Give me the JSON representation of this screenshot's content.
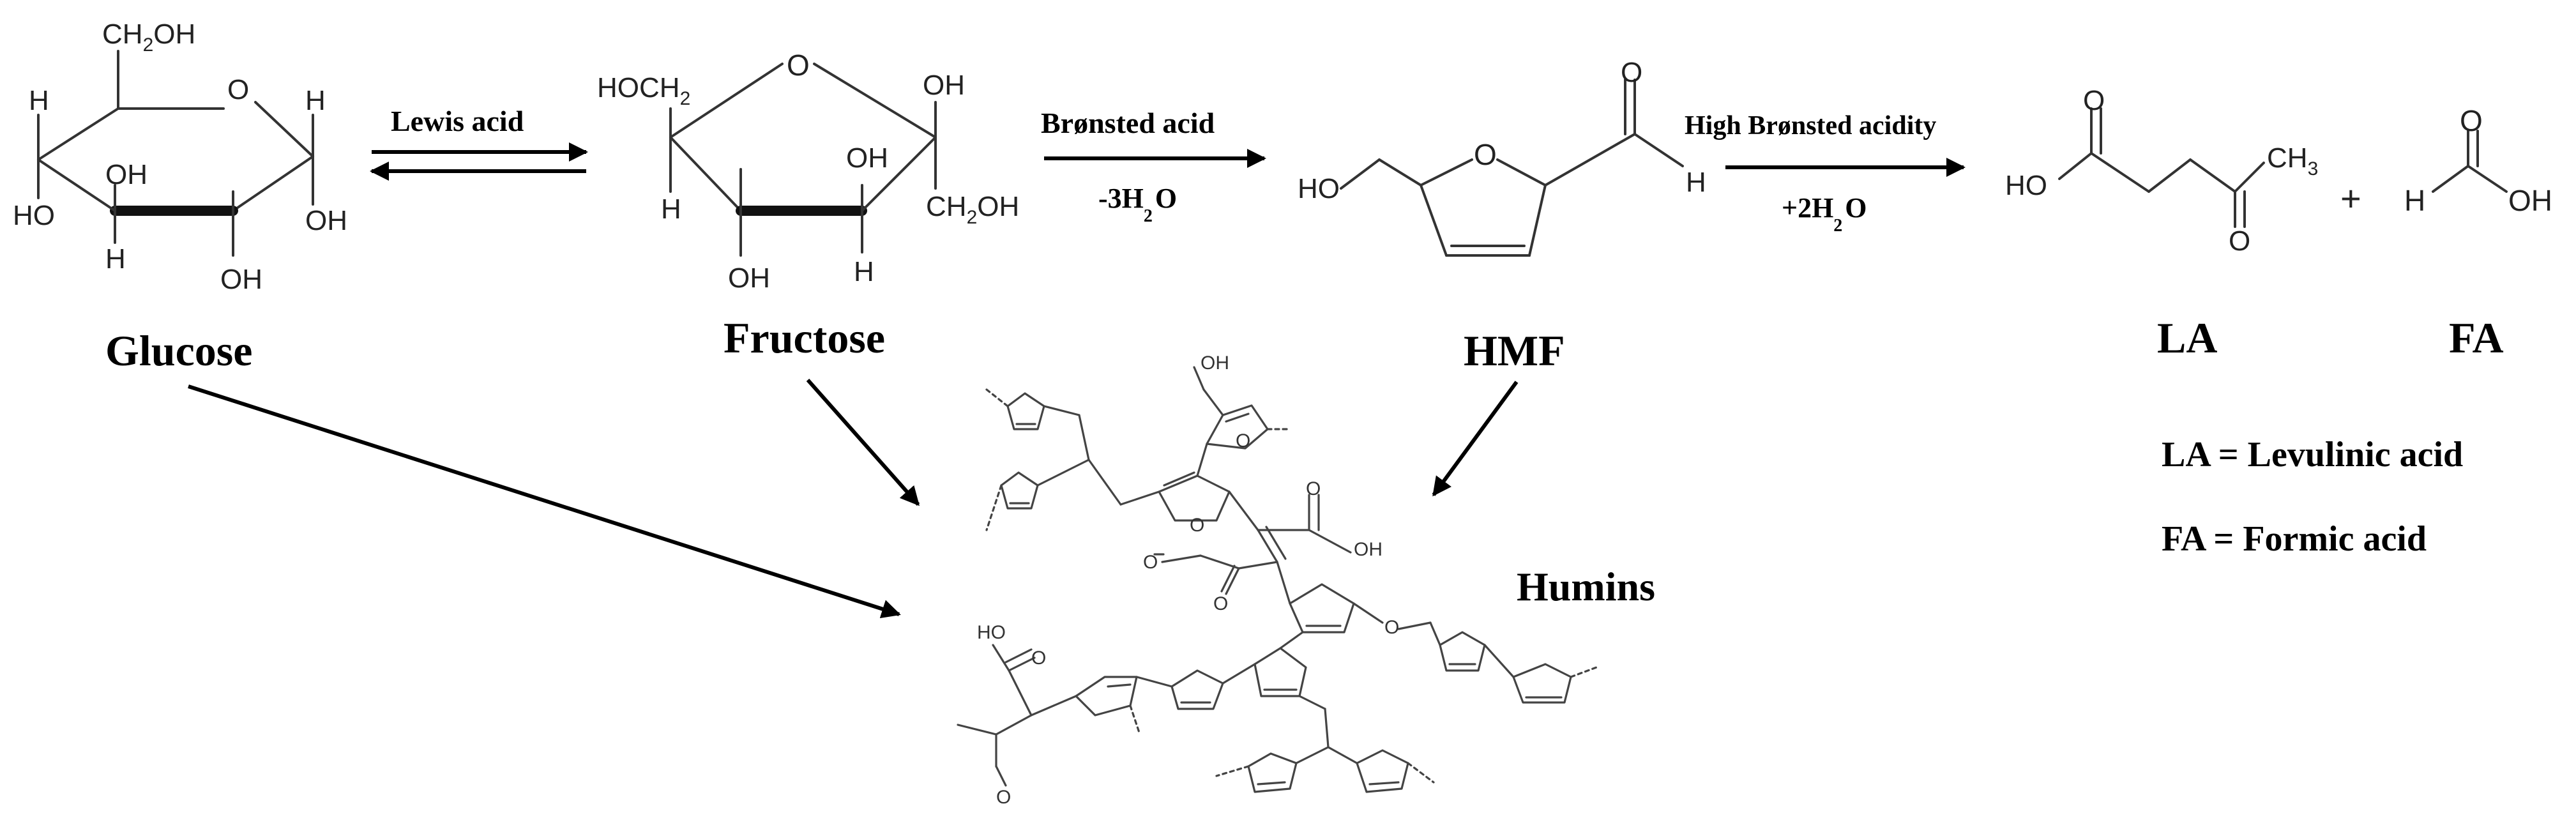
{
  "compounds": {
    "glucose": "Glucose",
    "fructose": "Fructose",
    "hmf": "HMF",
    "la": "LA",
    "fa": "FA",
    "humins": "Humins"
  },
  "reactions": {
    "step1_catalyst": "Lewis acid",
    "step2_catalyst": "Brønsted acid",
    "step2_condition": {
      "pre": "-3H",
      "sub": "2",
      "post": "O"
    },
    "step3_catalyst": "High Brønsted acidity",
    "step3_condition": {
      "pre": "+2H",
      "sub": "2",
      "post": "O"
    },
    "plus": "+"
  },
  "legend": {
    "la": "LA = Levulinic acid",
    "fa": "FA = Formic acid"
  },
  "atoms": {
    "glucose": {
      "ch2oh": [
        "CH",
        "2",
        "OH"
      ],
      "o": "O",
      "h": "H",
      "oh": "OH",
      "ho": "HO"
    },
    "fructose": {
      "hoch2": [
        "HOCH",
        "2"
      ],
      "o": "O",
      "oh": "OH",
      "h": "H",
      "ch2oh": [
        "CH",
        "2",
        "OH"
      ]
    },
    "hmf": {
      "ho": "HO",
      "o": "O",
      "h": "H"
    },
    "la": {
      "ho": "HO",
      "o": "O",
      "ch3": [
        "CH",
        "3"
      ]
    },
    "fa": {
      "h": "H",
      "o": "O",
      "oh": "OH"
    },
    "humins": {
      "oh": "OH",
      "o": "O",
      "ho": "HO"
    }
  },
  "colors": {
    "ink": "#000000",
    "bond": "#333333",
    "background": "#ffffff"
  }
}
